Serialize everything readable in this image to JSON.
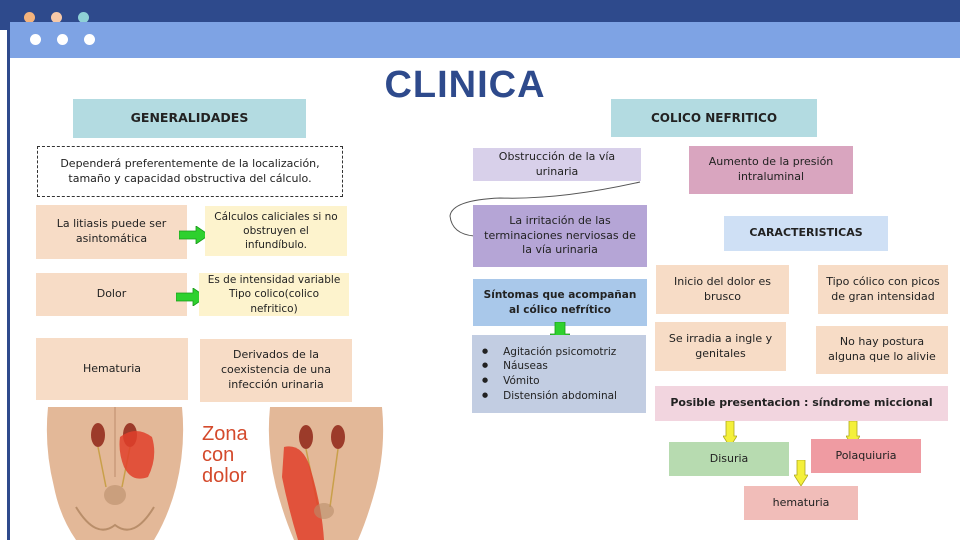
{
  "title": "CLINICA",
  "left": {
    "header": "GENERALIDADES",
    "intro": "Dependerá preferentemente de la localización, tamaño y capacidad obstructiva del cálculo.",
    "rows": [
      {
        "label": "La litiasis puede ser asintomática",
        "detail": "Cálculos caliciales si no obstruyen el infundíbulo."
      },
      {
        "label": "Dolor",
        "detail": "Es de intensidad variable Tipo colico(colico nefritico)"
      },
      {
        "label": "Hematuria",
        "detail": "Derivados de la coexistencia de una infección urinaria"
      }
    ],
    "zona_label": "Zona con dolor"
  },
  "right": {
    "header": "COLICO NEFRITICO",
    "obstruccion": "Obstrucción de la vía urinaria",
    "presion": "Aumento de la presión intraluminal",
    "irritacion": "La irritación de las terminaciones nerviosas de la vía urinaria",
    "sintomas_header": "Síntomas que acompañan al cólico nefrítico",
    "sintomas": [
      "Agitación psicomotriz",
      "Náuseas",
      "Vómito",
      "Distensión abdominal"
    ],
    "caracteristicas_header": "CARACTERISTICAS",
    "caracteristicas": [
      "Inicio del dolor es brusco",
      "Tipo cólico con picos de gran intensidad",
      "Se irradia a ingle y genitales",
      "No hay postura alguna que lo alivie"
    ],
    "presentacion_header": "Posible presentacion : síndrome miccional",
    "presentacion": [
      "Disuria",
      "Polaquiuria",
      "hematuria"
    ]
  },
  "colors": {
    "brand_dark": "#2e4a8c",
    "brand_light": "#7ea3e4",
    "arrow_green": "#2ed12e",
    "arrow_yellow": "#f4f03a",
    "pain_red": "#e0402a"
  },
  "decor_dots": [
    "#f4b37c",
    "#f7c9a8",
    "#8fd1d6"
  ]
}
